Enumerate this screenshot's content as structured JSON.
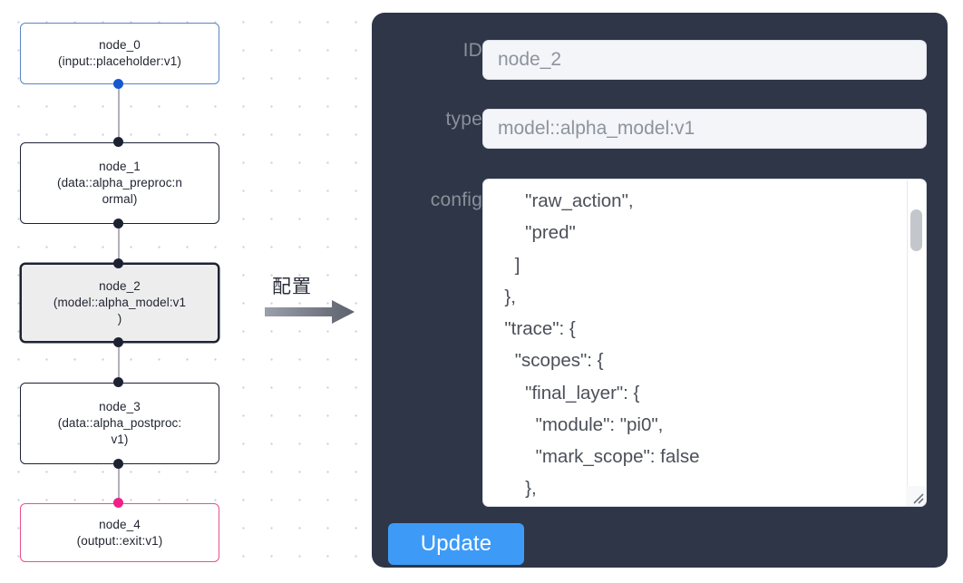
{
  "canvas": {
    "background_color": "#ffffff",
    "dot_color": "#c9ccd3",
    "edge_color": "#b1b1b7"
  },
  "graph": {
    "nodes": [
      {
        "id": "node_0",
        "label": "node_0\n(input::placeholder:v1)",
        "title": "node_0",
        "subtitle": "(input::placeholder:v1)",
        "kind": "input",
        "border_color": "#5b84c4",
        "selected": false,
        "handle_color": "#1557d0"
      },
      {
        "id": "node_1",
        "label": "node_1\n(data::alpha_preproc:n\normal)",
        "title": "node_1",
        "subtitle": "(data::alpha_preproc:normal)",
        "kind": "data",
        "border_color": "#1d2233",
        "selected": false,
        "handle_color": "#1d2233"
      },
      {
        "id": "node_2",
        "label": "node_2\n(model::alpha_model:v1\n)",
        "title": "node_2",
        "subtitle": "(model::alpha_model:v1)",
        "kind": "model",
        "border_color": "#1d2233",
        "selected": true,
        "handle_color": "#1d2233"
      },
      {
        "id": "node_3",
        "label": "node_3\n(data::alpha_postproc:\nv1)",
        "title": "node_3",
        "subtitle": "(data::alpha_postproc:v1)",
        "kind": "data",
        "border_color": "#1d2233",
        "selected": false,
        "handle_color": "#1d2233"
      },
      {
        "id": "node_4",
        "label": "node_4\n(output::exit:v1)",
        "title": "node_4",
        "subtitle": "(output::exit:v1)",
        "kind": "output",
        "border_color": "#e8508f",
        "selected": false,
        "handle_color": "#f0208a"
      }
    ]
  },
  "annotation": {
    "caption": "配置",
    "arrow_color": "#7f8591"
  },
  "panel": {
    "background_color": "#2e3648",
    "fields": {
      "id": {
        "label": "ID",
        "value": "node_2"
      },
      "type": {
        "label": "type",
        "value": "model::alpha_model:v1"
      },
      "config": {
        "label": "config",
        "value": "      \"raw_action\",\n      \"pred\"\n    ]\n  },\n  \"trace\": {\n    \"scopes\": {\n      \"final_layer\": {\n        \"module\": \"pi0\",\n        \"mark_scope\": false\n      },\n      \"action_model\": {"
      }
    },
    "update_button": {
      "label": "Update",
      "color": "#3d9bf7"
    }
  }
}
